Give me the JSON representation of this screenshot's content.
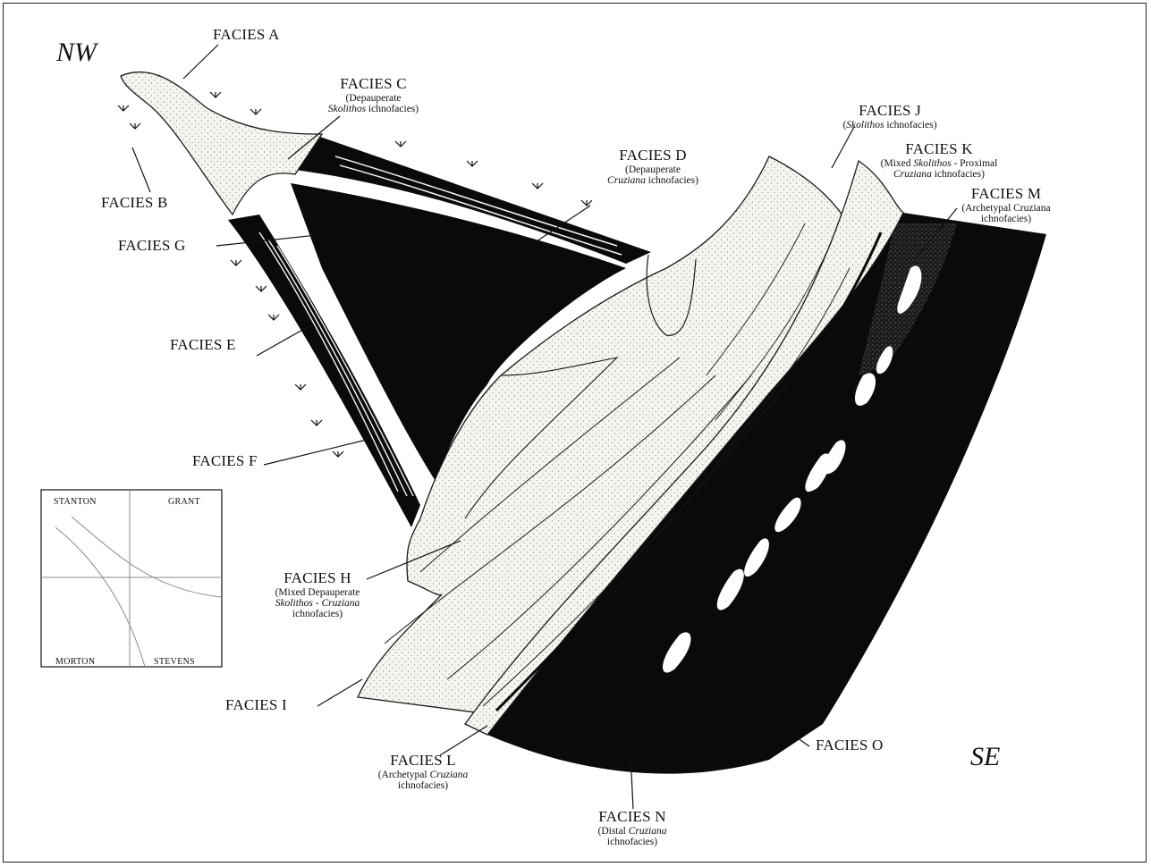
{
  "directions": {
    "nw": "NW",
    "se": "SE"
  },
  "facies": {
    "a": {
      "name": "FACIES A"
    },
    "b": {
      "name": "FACIES B"
    },
    "c": {
      "name": "FACIES C",
      "sub1": "(Depauperate",
      "sub2_italic": "Skolithos",
      "sub2_rest": " ichnofacies)"
    },
    "d": {
      "name": "FACIES D",
      "sub1": "(Depauperate",
      "sub2_italic": "Cruziana",
      "sub2_rest": " ichnofacies)"
    },
    "e": {
      "name": "FACIES E"
    },
    "f": {
      "name": "FACIES F"
    },
    "g": {
      "name": "FACIES G"
    },
    "h": {
      "name": "FACIES H",
      "sub1": "(Mixed Depauperate",
      "sub2_italic_a": "Skolithos",
      "sub2_mid": " - ",
      "sub2_italic_b": "Cruziana",
      "sub3": "ichnofacies)"
    },
    "i": {
      "name": "FACIES I"
    },
    "j": {
      "name": "FACIES J",
      "sub1_open": "(",
      "sub1_italic": "Skolithos",
      "sub1_rest": " ichnofacies)"
    },
    "k": {
      "name": "FACIES K",
      "sub1_pre": "(Mixed ",
      "sub1_italic": "Skolithos",
      "sub1_rest": " - Proximal",
      "sub2_italic": "Cruziana",
      "sub2_rest": " ichnofacies)"
    },
    "l": {
      "name": "FACIES L",
      "sub1_pre": "(Archetypal ",
      "sub1_italic": "Cruziana",
      "sub2": "ichnofacies)"
    },
    "m": {
      "name": "FACIES M",
      "sub1": "(Archetypal Cruziana",
      "sub2": "ichnofacies)"
    },
    "n": {
      "name": "FACIES N",
      "sub1_pre": "(Distal ",
      "sub1_italic": "Cruziana",
      "sub2": "ichnofacies)"
    },
    "o": {
      "name": "FACIES O"
    }
  },
  "inset": {
    "nw": "STANTON",
    "ne": "GRANT",
    "sw": "MORTON",
    "se": "STEVENS"
  },
  "colors": {
    "mud": "#0a0a0a",
    "sand": "#f6f4ee",
    "stipple": "#555555",
    "line": "#1a1a1a"
  }
}
